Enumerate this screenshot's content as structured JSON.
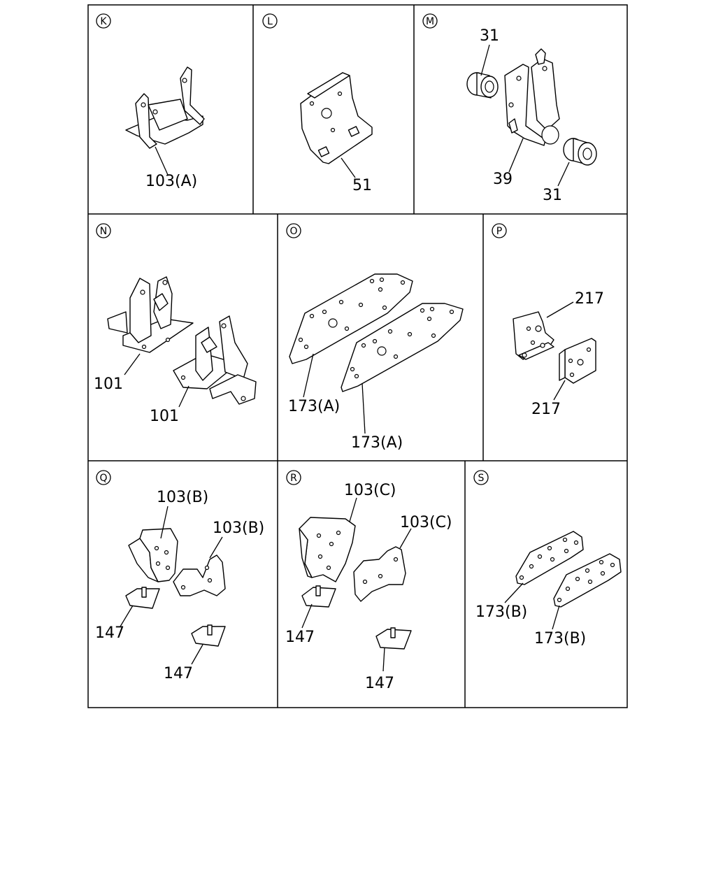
{
  "panels": {
    "K": {
      "letter": "K",
      "labels": [
        "103(A)"
      ]
    },
    "L": {
      "letter": "L",
      "labels": [
        "51"
      ]
    },
    "M": {
      "letter": "M",
      "labels": [
        "31",
        "39",
        "31"
      ]
    },
    "N": {
      "letter": "N",
      "labels": [
        "101",
        "101"
      ]
    },
    "O": {
      "letter": "O",
      "labels": [
        "173(A)",
        "173(A)"
      ]
    },
    "P": {
      "letter": "P",
      "labels": [
        "217",
        "217"
      ]
    },
    "Q": {
      "letter": "Q",
      "labels": [
        "103(B)",
        "103(B)",
        "147",
        "147"
      ]
    },
    "R": {
      "letter": "R",
      "labels": [
        "103(C)",
        "103(C)",
        "147",
        "147"
      ]
    },
    "S": {
      "letter": "S",
      "labels": [
        "173(B)",
        "173(B)"
      ]
    }
  }
}
